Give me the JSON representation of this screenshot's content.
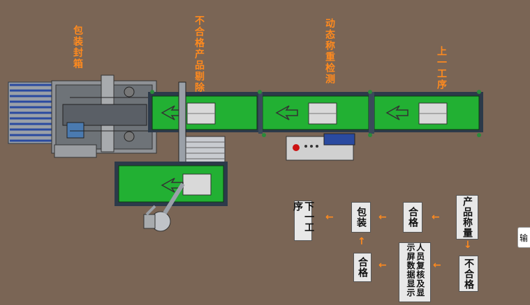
{
  "labels": {
    "packing_sealing": "包装封箱",
    "reject_removal": "不合格产品剔除",
    "dynamic_checkweigh": "动态称重检测",
    "prev_process": "上一工序"
  },
  "flow": {
    "weighing": "产品称量",
    "qualified_1": "合格",
    "packing": "包装",
    "next_process": "下一工序",
    "unqualified": "不合格",
    "manual_review": "人员复核及显示屏数据显示",
    "qualified_2": "合格"
  },
  "side_tab": "输",
  "colors": {
    "background": "#7a6555",
    "conveyor_green": "#22b033",
    "label_orange": "#ff8a1e"
  }
}
